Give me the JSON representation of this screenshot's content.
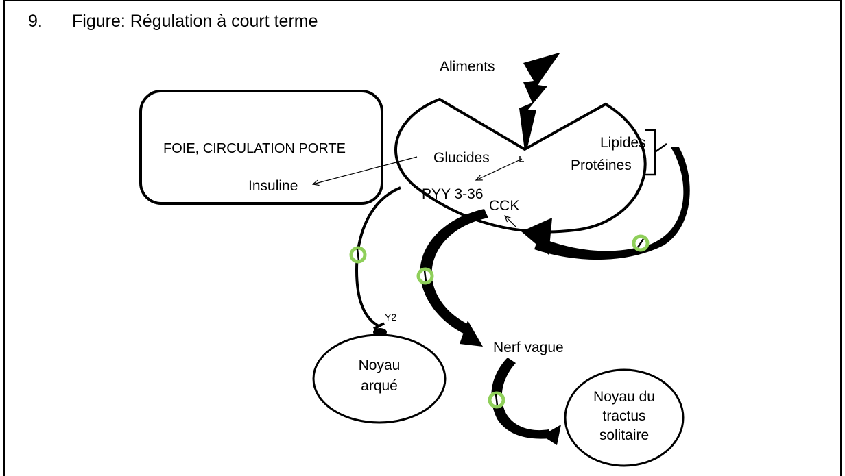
{
  "title": {
    "number": "9.",
    "text": "Figure: Régulation à court terme"
  },
  "labels": {
    "aliments": "Aliments",
    "foie": "FOIE, CIRCULATION PORTE",
    "insuline": "Insuline",
    "glucides": "Glucides",
    "lipides": "Lipides",
    "proteines": "Protéines",
    "pyy": "PYY 3-36",
    "cck": "CCK",
    "y2": "Y2",
    "nerf_vague": "Nerf vague",
    "noyau_arque": [
      "Noyau",
      "arqué"
    ],
    "noyau_tractus": [
      "Noyau du",
      "tractus",
      "solitaire"
    ]
  },
  "colors": {
    "stroke": "#000000",
    "ring": "#8fcf5a",
    "background": "#ffffff"
  }
}
